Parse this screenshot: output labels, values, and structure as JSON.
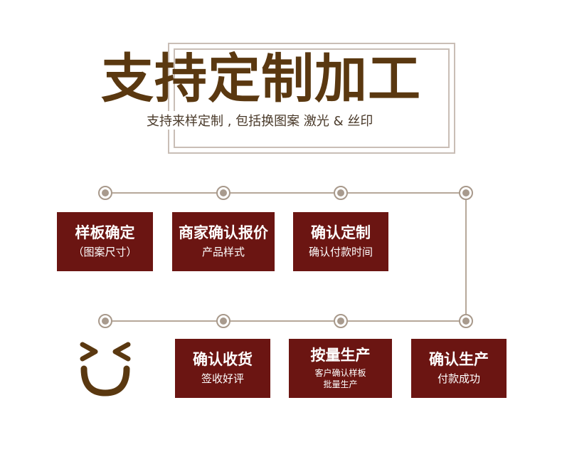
{
  "header": {
    "title": "支持定制加工",
    "subtitle": "支持来样定制 , 包括换图案 激光 & 丝印"
  },
  "steps": [
    {
      "title": "样板确定",
      "desc": "（图案尺寸）"
    },
    {
      "title": "商家确认报价",
      "desc": "产品样式"
    },
    {
      "title": "确认定制",
      "desc": "确认付款时间"
    },
    {
      "title": "确认收货",
      "desc": "签收好评"
    },
    {
      "title": "按量生产",
      "desc_line1": "客户确认样板",
      "desc_line2": "批量生产"
    },
    {
      "title": "确认生产",
      "desc": "付款成功"
    }
  ],
  "colors": {
    "title": "#5a3810",
    "box": "#6b1512",
    "line": "#b6a89a",
    "smiley": "#5a3810"
  },
  "icons": [
    "smiley-icon",
    "timeline-node-icon"
  ]
}
